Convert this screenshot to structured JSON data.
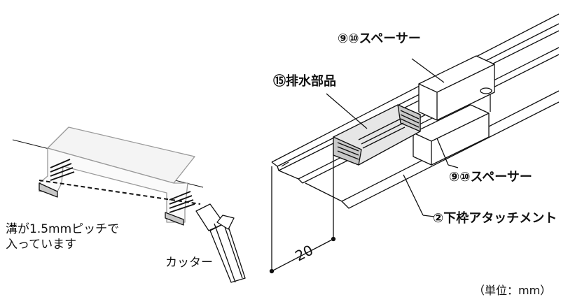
{
  "labels": {
    "spacer_top": "⑨⑩スペーサー",
    "drain_part": "⑮排水部品",
    "spacer_bottom": "⑨⑩スペーサー",
    "lower_frame": "②下枠アタッチメント",
    "groove_note_line1": "溝が1.5mmピッチで",
    "groove_note_line2": "入っています",
    "cutter": "カッター",
    "dimension": "20",
    "unit": "（単位：mm）"
  },
  "colors": {
    "line": "#111111",
    "gray_fill": "#c8c8c8",
    "light_gray": "#e6e6e6"
  }
}
